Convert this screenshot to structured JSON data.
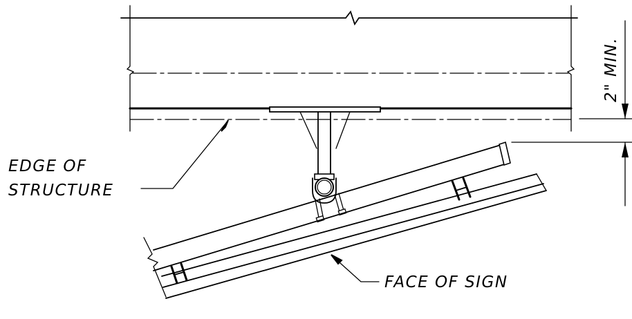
{
  "drawing": {
    "labels": {
      "edge_of_structure_line1": "EDGE OF",
      "edge_of_structure_line2": "STRUCTURE",
      "face_of_sign": "FACE OF SIGN",
      "clearance_dimension": "2\" MIN."
    },
    "colors": {
      "ink": "#000000",
      "background": "#ffffff"
    }
  }
}
